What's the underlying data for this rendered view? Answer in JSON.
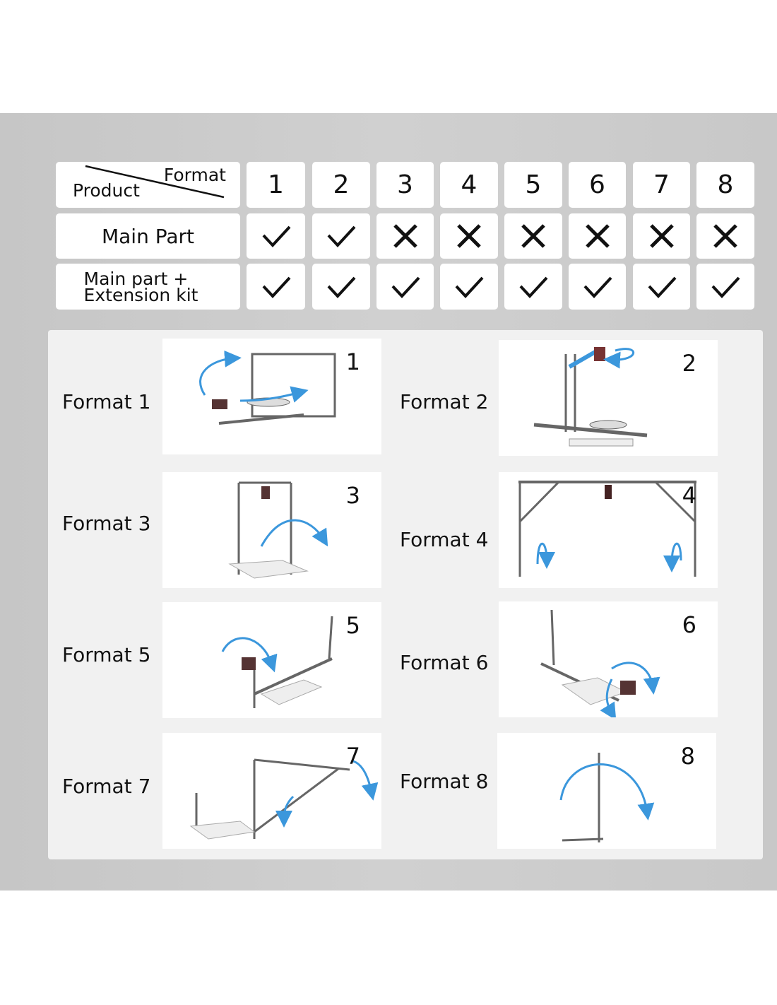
{
  "table": {
    "corner_format": "Format",
    "corner_product": "Product",
    "formats": [
      "1",
      "2",
      "3",
      "4",
      "5",
      "6",
      "7",
      "8"
    ],
    "rows": [
      {
        "label": "Main Part",
        "support": [
          true,
          true,
          false,
          false,
          false,
          false,
          false,
          false
        ]
      },
      {
        "label_line1": "Main part +",
        "label_line2": "Extension kit",
        "support": [
          true,
          true,
          true,
          true,
          true,
          true,
          true,
          true
        ]
      }
    ]
  },
  "formats": [
    {
      "label": "Format 1",
      "number": "1"
    },
    {
      "label": "Format 2",
      "number": "2"
    },
    {
      "label": "Format 3",
      "number": "3"
    },
    {
      "label": "Format 4",
      "number": "4"
    },
    {
      "label": "Format 5",
      "number": "5"
    },
    {
      "label": "Format 6",
      "number": "6"
    },
    {
      "label": "Format 7",
      "number": "7"
    },
    {
      "label": "Format 8",
      "number": "8"
    }
  ],
  "colors": {
    "arrow": "#3b97dc",
    "frame": "#666666"
  }
}
